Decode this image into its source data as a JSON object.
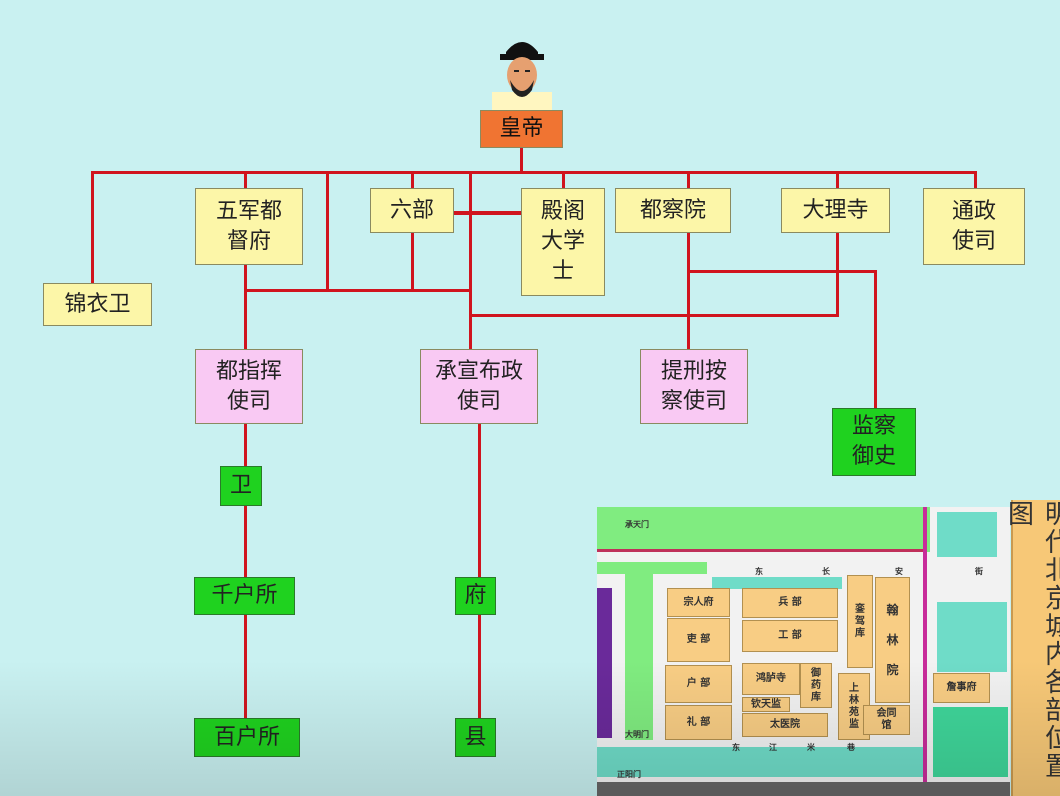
{
  "chart": {
    "top": "皇帝",
    "level1": [
      "五军都督府",
      "六部",
      "殿阁大学士",
      "都察院",
      "大理寺",
      "通政使司"
    ],
    "jinyiwei": "锦衣卫",
    "level2": [
      "都指挥使司",
      "承宣布政使司",
      "提刑按察使司",
      "监察御史"
    ],
    "military": [
      "卫",
      "千户所",
      "百户所"
    ],
    "civil": [
      "府",
      "县"
    ]
  },
  "map": {
    "title": "明代北京城内各部位置图",
    "buildings": [
      "宗人府",
      "吏 部",
      "户 部",
      "礼 部",
      "兵 部",
      "工 部",
      "鸿胪寺",
      "钦天监",
      "太医院",
      "御药库",
      "上林苑监",
      "銮驾库",
      "翰林院",
      "会同馆",
      "詹事府"
    ],
    "labels": [
      "承天门",
      "东",
      "长",
      "安",
      "街",
      "大明门",
      "正阳门",
      "东",
      "江",
      "米",
      "巷"
    ]
  },
  "colors": {
    "line": "#d0141e",
    "emperor": "#f07432",
    "central": "#fcf6a8",
    "provincial": "#f9c9f3",
    "local": "#1fd21f"
  }
}
